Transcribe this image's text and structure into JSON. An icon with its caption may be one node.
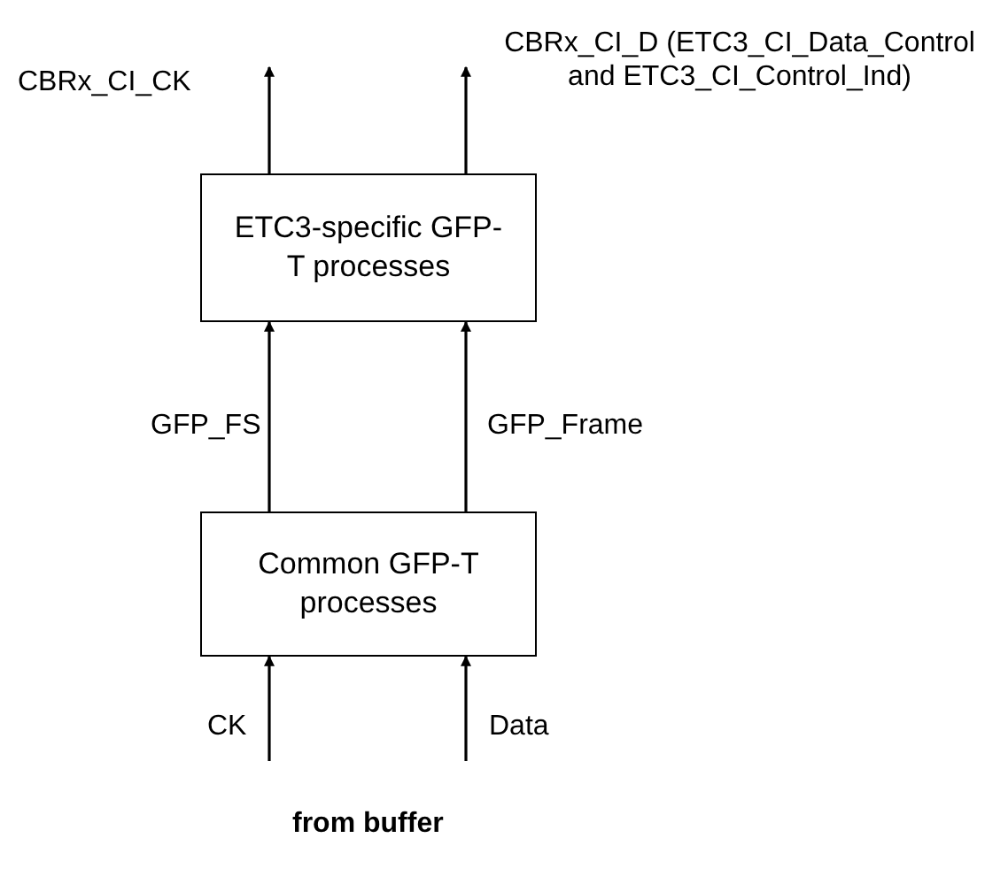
{
  "diagram": {
    "nodes": [
      {
        "text": [
          "ETC3-specific GFP-T processes"
        ]
      },
      {
        "text": [
          "Common GFP-T processes"
        ]
      }
    ],
    "edges": [
      {
        "from": 0,
        "to": null,
        "arrow": "to",
        "label": "CBRx_CI_CK"
      },
      {
        "from": 0,
        "to": null,
        "arrow": "to",
        "label": "CBRx_CI_D (ETC3_CI_Data_Control and ETC3_CI_Control_Ind)"
      },
      {
        "from": 1,
        "to": 0,
        "arrow": "to",
        "label": "GFP_FS"
      },
      {
        "from": 1,
        "to": 0,
        "arrow": "to",
        "label": "GFP_Frame"
      },
      {
        "from": null,
        "to": 1,
        "arrow": "to",
        "label": "CK"
      },
      {
        "from": null,
        "to": 1,
        "arrow": "to",
        "label": "Data"
      }
    ],
    "labels": [
      "from buffer"
    ]
  }
}
